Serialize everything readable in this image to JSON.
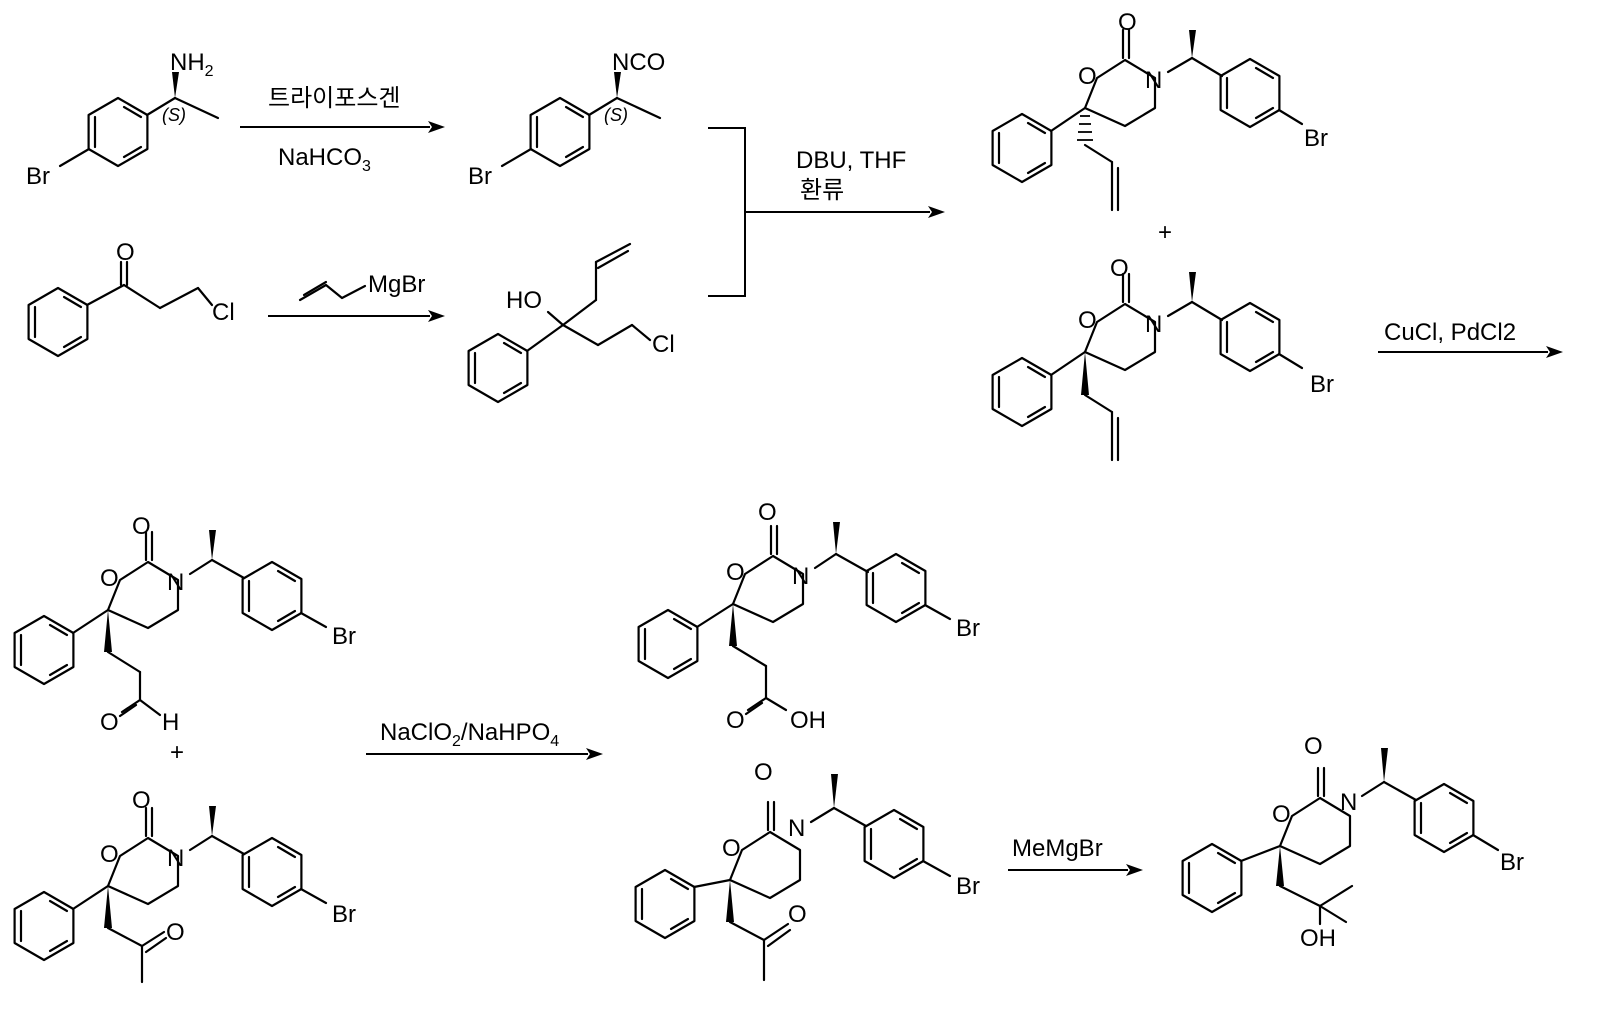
{
  "reagents": {
    "r1_top": "트라이포스겐",
    "r1_bottom_main": "NaHCO",
    "r1_bottom_sub": "3",
    "r2_main": "MgBr",
    "r3_line1": "DBU, THF",
    "r3_line2": "환류",
    "r4": "CuCl, PdCl2",
    "r5_a": "NaClO",
    "r5_a_sub": "2",
    "r5_b": "/NaHPO",
    "r5_b_sub": "4",
    "r6": "MeMgBr"
  },
  "atoms": {
    "NH2_N": "NH",
    "NH2_sub": "2",
    "NCO": "NCO",
    "Br": "Br",
    "Cl": "Cl",
    "O": "O",
    "N": "N",
    "HO": "HO",
    "OH": "OH",
    "H": "H",
    "S": "(S)",
    "plus": "+"
  }
}
